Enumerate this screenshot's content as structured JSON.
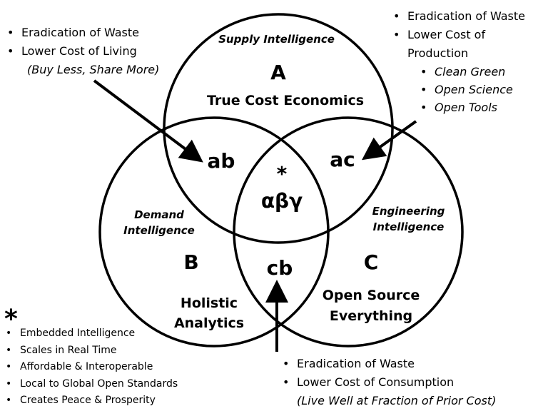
{
  "venn": {
    "a": {
      "title": "Supply Intelligence",
      "letter": "A",
      "label": "True Cost Economics"
    },
    "b": {
      "title_line1": "Demand",
      "title_line2": "Intelligence",
      "letter": "B",
      "label_line1": "Holistic",
      "label_line2": "Analytics"
    },
    "c": {
      "title_line1": "Engineering",
      "title_line2": "Intelligence",
      "letter": "C",
      "label_line1": "Open Source",
      "label_line2": "Everything"
    },
    "ab": "ab",
    "ac": "ac",
    "cb": "cb",
    "center_star": "*",
    "center": "αβγ"
  },
  "notes": {
    "top_left": {
      "items": [
        "Eradication of Waste",
        "Lower Cost of Living"
      ],
      "sub": "(Buy Less, Share More)"
    },
    "top_right": {
      "items": [
        "Eradication of Waste",
        "Lower Cost of"
      ],
      "sub": "Production",
      "subitems": [
        "Clean Green",
        "Open Science",
        "Open Tools"
      ]
    },
    "bottom_left": {
      "star": "*",
      "items": [
        "Embedded Intelligence",
        "Scales in Real Time",
        "Affordable & Interoperable",
        "Local to Global Open Standards",
        "Creates Peace & Prosperity"
      ]
    },
    "bottom_right": {
      "items": [
        "Eradication of Waste",
        "Lower Cost of Consumption"
      ],
      "sub": "(Live Well at Fraction of Prior Cost)"
    }
  }
}
